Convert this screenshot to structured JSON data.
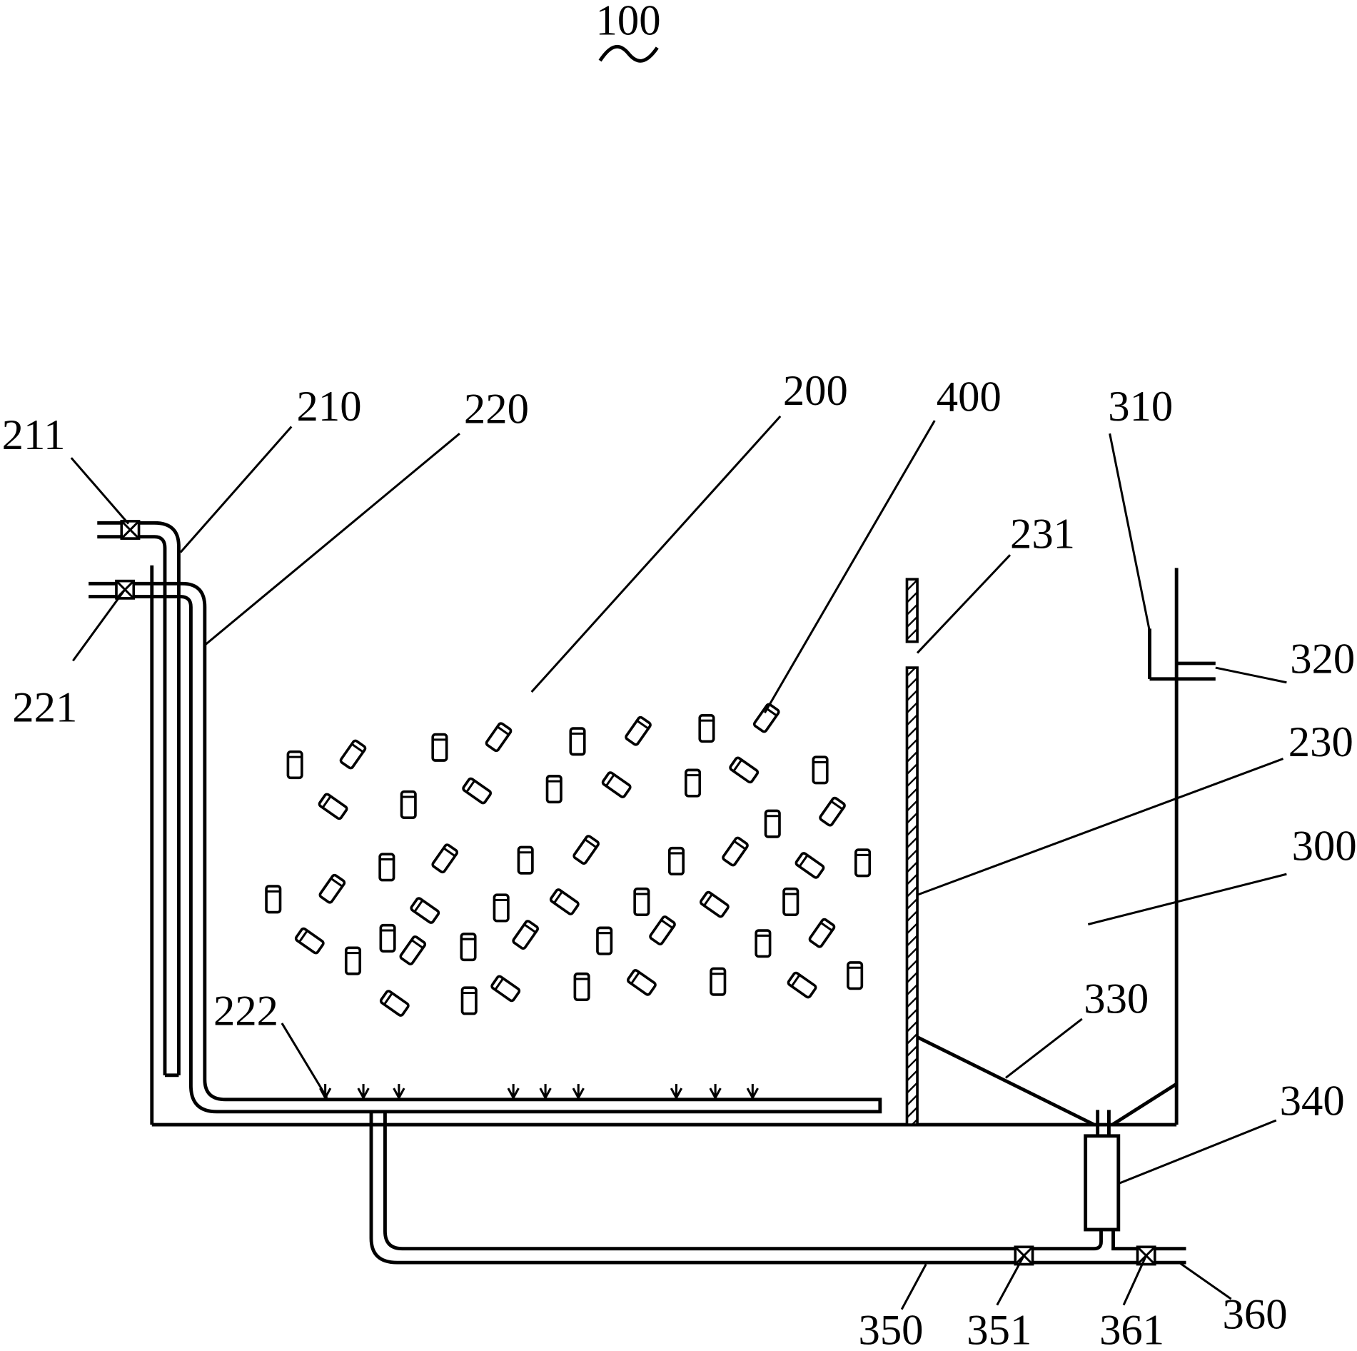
{
  "figure_number": "100",
  "labels": {
    "l200": "200",
    "l210": "210",
    "l211": "211",
    "l220": "220",
    "l221": "221",
    "l222": "222",
    "l230": "230",
    "l231": "231",
    "l300": "300",
    "l310": "310",
    "l320": "320",
    "l330": "330",
    "l340": "340",
    "l350": "350",
    "l351": "351",
    "l360": "360",
    "l361": "361",
    "l400": "400"
  }
}
